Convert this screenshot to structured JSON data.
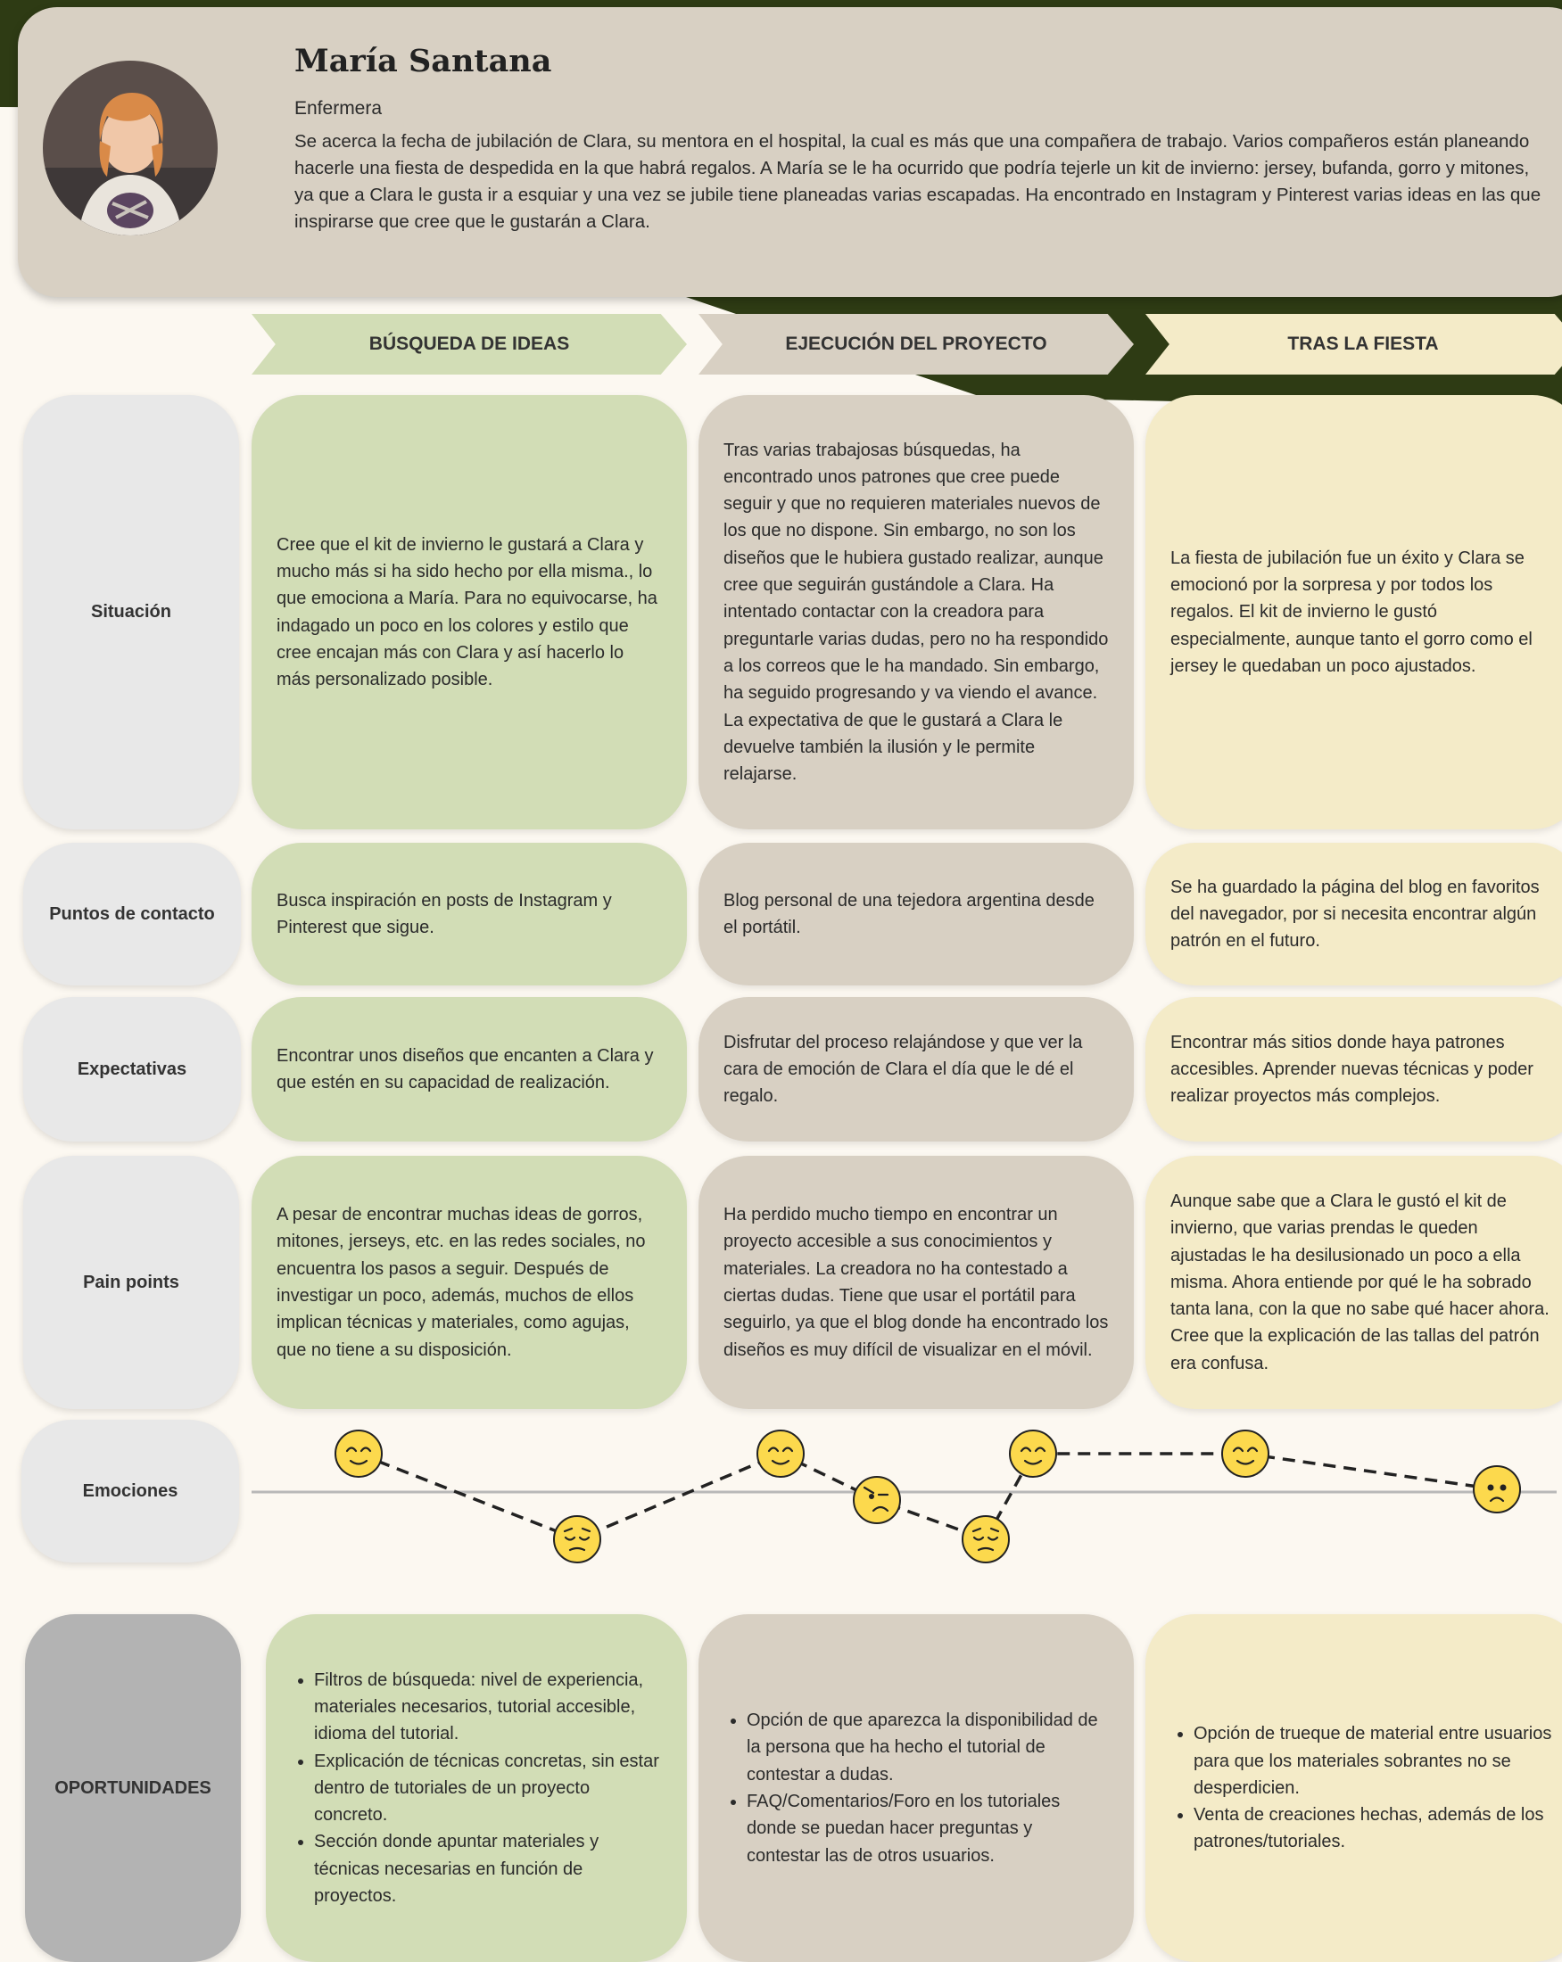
{
  "persona": {
    "name": "María Santana",
    "role": "Enfermera",
    "description": "Se acerca la fecha de jubilación de Clara, su mentora en el hospital, la cual es más que una compañera de trabajo. Varios compañeros están planeando hacerle una fiesta de despedida en la que habrá regalos. A María se le ha ocurrido que podría tejerle un kit de invierno: jersey, bufanda, gorro y mitones, ya que a Clara le gusta ir a esquiar y una vez se jubile tiene planeadas varias escapadas. Ha encontrado en Instagram y Pinterest varias ideas en las que inspirarse que cree que le gustarán a Clara."
  },
  "stages": [
    "BÚSQUEDA DE IDEAS",
    "EJECUCIÓN DEL PROYECTO",
    "TRAS LA FIESTA"
  ],
  "rows": {
    "situacion": {
      "label": "Situación",
      "cells": [
        "Cree que el kit de invierno le gustará a Clara y mucho más si ha sido hecho por ella misma., lo que emociona a María.  Para no equivocarse, ha indagado un poco en los colores y estilo que cree encajan más con Clara y así hacerlo lo más personalizado posible.",
        "Tras varias trabajosas búsquedas, ha encontrado unos patrones que cree puede seguir y que no requieren materiales nuevos de los que no dispone. Sin embargo, no son los diseños que le hubiera gustado realizar, aunque cree que seguirán gustándole a Clara. Ha intentado contactar con la creadora para preguntarle varias dudas, pero no ha respondido a los correos que le ha mandado. Sin embargo, ha seguido progresando y va viendo el avance. La expectativa de que le gustará a Clara le devuelve también la ilusión y le permite relajarse.",
        "La fiesta de jubilación fue un éxito y Clara se emocionó por la sorpresa y por todos los regalos. El kit de invierno le gustó especialmente, aunque tanto el gorro como el jersey le quedaban un poco ajustados."
      ]
    },
    "puntos": {
      "label": "Puntos de contacto",
      "cells": [
        "Busca inspiración en posts de Instagram y Pinterest que sigue.",
        "Blog personal de una tejedora argentina desde el portátil.",
        "Se ha guardado la página del blog en favoritos del navegador, por si necesita encontrar algún patrón en el futuro."
      ]
    },
    "expectativas": {
      "label": "Expectativas",
      "cells": [
        "Encontrar unos diseños que encanten a Clara y que estén en su capacidad de realización.",
        "Disfrutar del proceso relajándose y que ver la cara de emoción de Clara el día que le dé el regalo.",
        "Encontrar más sitios donde haya patrones accesibles. Aprender nuevas técnicas y poder realizar proyectos más complejos."
      ]
    },
    "pain": {
      "label": "Pain points",
      "cells": [
        "A pesar de encontrar muchas ideas de gorros, mitones, jerseys, etc. en las redes sociales, no encuentra los pasos a seguir. Después de investigar un poco, además,  muchos de ellos implican técnicas y materiales, como agujas, que no tiene a su disposición.",
        "Ha perdido mucho tiempo en encontrar un proyecto accesible a sus conocimientos y materiales. La creadora no ha contestado a ciertas dudas. Tiene que usar el portátil para seguirlo, ya que el blog donde ha encontrado los diseños es muy difícil de visualizar en el móvil.",
        "Aunque sabe que a Clara le gustó el kit de invierno, que varias prendas le queden ajustadas le ha desilusionado un poco a ella misma. Ahora entiende por qué le ha sobrado tanta lana, con la que no sabe qué hacer ahora. Cree que la explicación de las tallas del patrón era confusa."
      ]
    },
    "emociones": {
      "label": "Emociones",
      "points": [
        {
          "mood": "happy",
          "level": 1
        },
        {
          "mood": "sad",
          "level": -1
        },
        {
          "mood": "happy",
          "level": 1
        },
        {
          "mood": "frustrated",
          "level": 0
        },
        {
          "mood": "sad",
          "level": -1
        },
        {
          "mood": "happy",
          "level": 1
        },
        {
          "mood": "happy",
          "level": 1
        },
        {
          "mood": "worried",
          "level": 0
        }
      ]
    },
    "oportunidades": {
      "label": "OPORTUNIDADES",
      "cells": [
        [
          "Filtros de búsqueda: nivel de experiencia, materiales necesarios, tutorial accesible, idioma del tutorial.",
          "Explicación de técnicas concretas, sin estar dentro de tutoriales de un proyecto concreto.",
          "Sección donde apuntar materiales y técnicas necesarias en función de proyectos."
        ],
        [
          "Opción de que aparezca la disponibilidad de la persona que ha hecho el tutorial de contestar a dudas.",
          "FAQ/Comentarios/Foro en los tutoriales donde se puedan hacer preguntas y contestar las de otros usuarios."
        ],
        [
          "Opción de trueque de material entre usuarios para que los materiales sobrantes no se desperdicien.",
          "Venta de creaciones hechas, además de los patrones/tutoriales."
        ]
      ]
    }
  },
  "colors": {
    "background": "#fcf8f1",
    "dark_green": "#2e3b14",
    "stage1": "#d2ddb6",
    "stage2": "#d8d0c3",
    "stage3": "#f4ebc8",
    "label_card": "#e8e8e8",
    "opportunity_label": "#b3b3b3",
    "emoji": "#fcd94d"
  }
}
